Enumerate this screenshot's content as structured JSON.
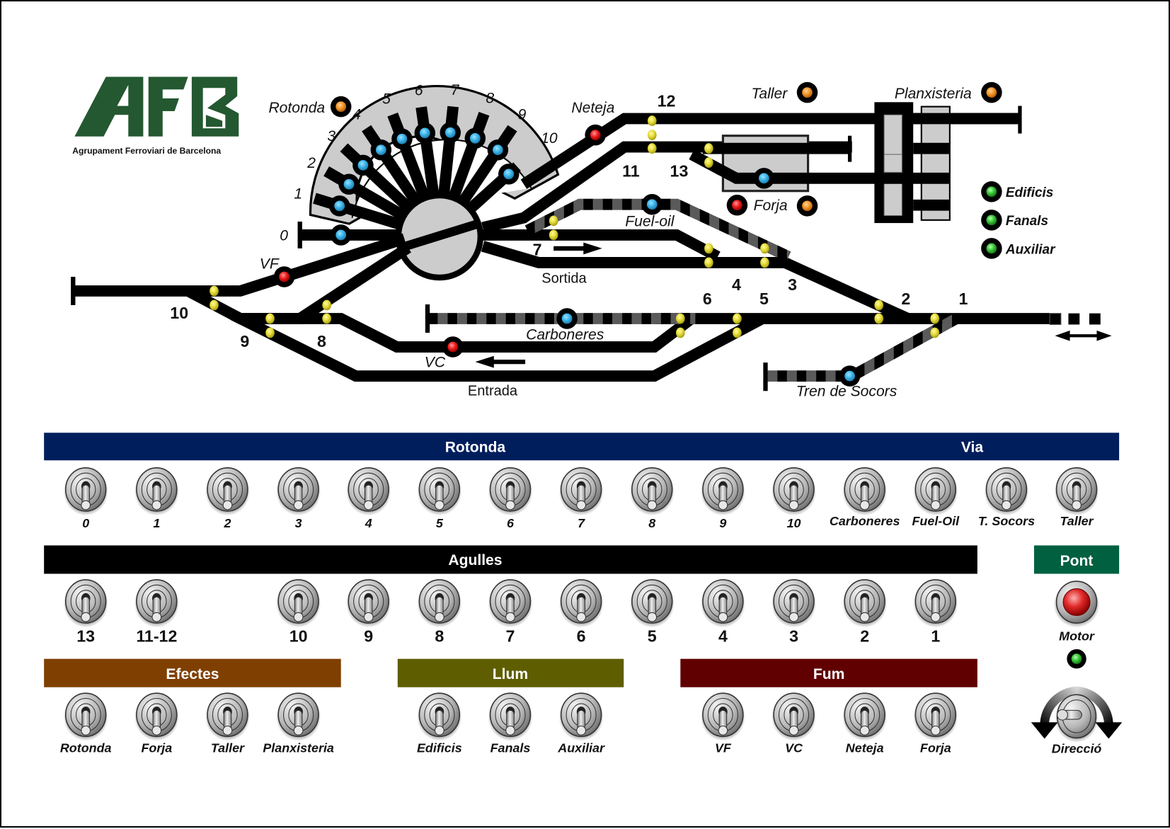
{
  "logo": {
    "letters": "AFB",
    "subtitle": "Agrupament Ferroviari de Barcelona",
    "color": "#245830"
  },
  "diagram": {
    "roundhouse_label": "Rotonda",
    "roundhouse_tracks": [
      "0",
      "1",
      "2",
      "3",
      "4",
      "5",
      "6",
      "7",
      "8",
      "9",
      "10"
    ],
    "labels": {
      "neteja": "Neteja",
      "taller": "Taller",
      "planxisteria": "Planxisteria",
      "forja": "Forja",
      "fuel_oil": "Fuel-oil",
      "carboneres": "Carboneres",
      "tren_socors": "Tren de Socors",
      "sortida": "Sortida",
      "entrada": "Entrada",
      "vf": "VF",
      "vc": "VC",
      "track7": "7"
    },
    "switch_numbers": {
      "s1": "1",
      "s2": "2",
      "s3": "3",
      "s4": "4",
      "s5": "5",
      "s6": "6",
      "s8": "8",
      "s9": "9",
      "s10": "10",
      "s11": "11",
      "s12": "12",
      "s13": "13"
    },
    "legend": [
      {
        "label": "Edificis",
        "color": "#3cc83c"
      },
      {
        "label": "Fanals",
        "color": "#3cc83c"
      },
      {
        "label": "Auxiliar",
        "color": "#3cc83c"
      }
    ],
    "colors": {
      "track_light": "#3fb6ea",
      "switch_light": "#e8e040",
      "signal_red": "#e81e1e",
      "effect_orange": "#f49a2c",
      "building_fill": "#cccccc"
    }
  },
  "panels": {
    "rotonda_title": "Rotonda",
    "via_title": "Via",
    "rotonda_switches": [
      "0",
      "1",
      "2",
      "3",
      "4",
      "5",
      "6",
      "7",
      "8",
      "9",
      "10"
    ],
    "via_switches": [
      "Carboneres",
      "Fuel-Oil",
      "T. Socors",
      "Taller"
    ],
    "agulles_title": "Agulles",
    "agulles_switches": [
      "13",
      "11-12",
      "10",
      "9",
      "8",
      "7",
      "6",
      "5",
      "4",
      "3",
      "2",
      "1"
    ],
    "pont": {
      "title": "Pont",
      "motor_label": "Motor",
      "direction_label": "Direcció"
    },
    "efectes": {
      "title": "Efectes",
      "switches": [
        "Rotonda",
        "Forja",
        "Taller",
        "Planxisteria"
      ],
      "color": "#7f3f00"
    },
    "llum": {
      "title": "Llum",
      "switches": [
        "Edificis",
        "Fanals",
        "Auxiliar"
      ],
      "color": "#5e5e00"
    },
    "fum": {
      "title": "Fum",
      "switches": [
        "VF",
        "VC",
        "Neteja",
        "Forja"
      ],
      "color": "#600000"
    },
    "colors": {
      "rotonda_bar": "#001e5c",
      "agulles_bar": "#000000",
      "pont_bar": "#006040"
    }
  }
}
